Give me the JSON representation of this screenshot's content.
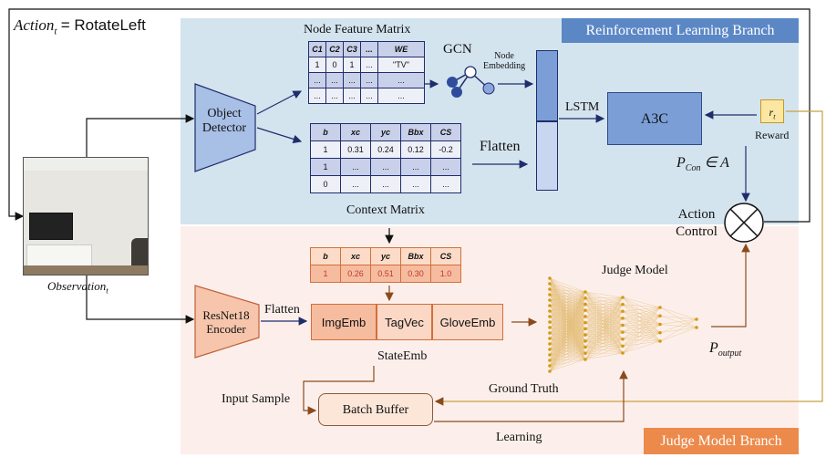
{
  "branches": {
    "rl": "Reinforcement Learning Branch",
    "judge": "Judge Model Branch"
  },
  "action": {
    "prefix": "Action",
    "sub": "t",
    "value": "= RotateLeft"
  },
  "observation": {
    "label": "Observation",
    "sub": "t"
  },
  "object_detector": [
    "Object",
    "Detector"
  ],
  "node_feature_matrix": {
    "title": "Node Feature Matrix",
    "header": [
      "C1",
      "C2",
      "C3",
      "...",
      "WE"
    ],
    "rows": [
      [
        "1",
        "0",
        "1",
        "...",
        "\"TV\""
      ],
      [
        "...",
        "...",
        "...",
        "...",
        "..."
      ],
      [
        "...",
        "...",
        "...",
        "...",
        "..."
      ]
    ]
  },
  "context_matrix": {
    "title": "Context Matrix",
    "header": [
      "b",
      "xc",
      "yc",
      "Bbx",
      "CS"
    ],
    "rows": [
      [
        "1",
        "0.31",
        "0.24",
        "0.12",
        "-0.2"
      ],
      [
        "1",
        "...",
        "...",
        "...",
        "..."
      ],
      [
        "0",
        "...",
        "...",
        "...",
        "..."
      ]
    ]
  },
  "selected_context": {
    "header": [
      "b",
      "xc",
      "yc",
      "Bbx",
      "CS"
    ],
    "row": [
      "1",
      "0.26",
      "0.51",
      "0.30",
      "1.0"
    ]
  },
  "gcn": "GCN",
  "node_embedding": [
    "Node",
    "Embedding"
  ],
  "flatten_top": "Flatten",
  "lstm": "LSTM",
  "a3c": "A3C",
  "reward": {
    "symbol": "r",
    "sub": "t",
    "label": "Reward"
  },
  "p_con": {
    "p": "P",
    "sub": "Con",
    "rest": " ∈ A"
  },
  "action_control": [
    "Action",
    "Control"
  ],
  "encoder": [
    "ResNet18",
    "Encoder"
  ],
  "flatten_bottom": "Flatten",
  "embeddings": [
    "ImgEmb",
    "TagVec",
    "GloveEmb"
  ],
  "state_emb": "StateEmb",
  "judge_model": "Judge Model",
  "p_output": {
    "p": "P",
    "sub": "output"
  },
  "ground_truth": "Ground Truth",
  "input_sample": "Input Sample",
  "batch_buffer": "Batch Buffer",
  "learning": "Learning",
  "colors": {
    "rl_tag": "#5b87c5",
    "judge_tag": "#ec8a4c",
    "a3c": "#7b9ed6",
    "judge_nodes": "#d39a12"
  }
}
